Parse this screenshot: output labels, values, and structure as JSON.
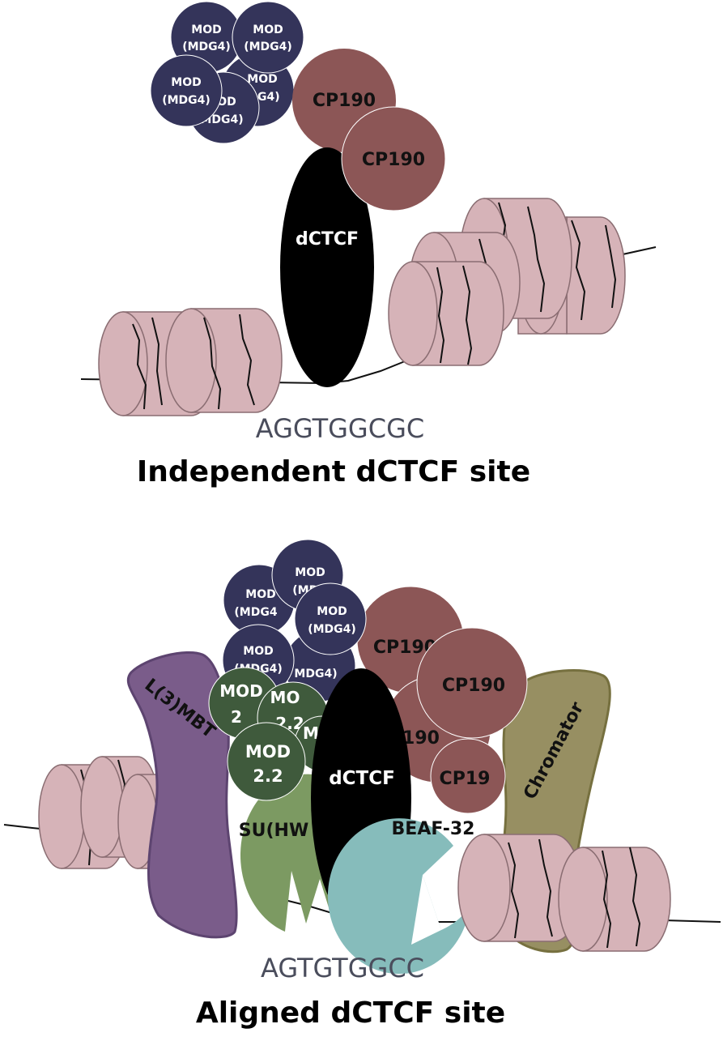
{
  "colors": {
    "mod_mdg4": "#34345a",
    "cp190": "#8c5656",
    "dctcf": "#000000",
    "nucleosome": "#d6b3b8",
    "l3mbt": "#7a5c8a",
    "mod22": "#3f5a3c",
    "suhw": "#7c9a62",
    "beaf32": "#86bcbb",
    "chromator": "#978f62",
    "sequence_text": "#4a4d5c"
  },
  "icons": [
    "nucleosome-cylinder",
    "protein-circle",
    "protein-ellipse",
    "pac-man-protein"
  ],
  "top_panel": {
    "mod_label_line1": "MOD",
    "mod_label_line2": "(MDG4)",
    "mod_partial_line1": "OD",
    "mod_partial_line2": "MDG4)",
    "mod_partial2_line1": "MOD",
    "mod_partial2_line2": "DG4)",
    "cp190_label": "CP190",
    "dctcf_label": "dCTCF",
    "sequence": "AGGTGGCGC",
    "caption": "Independent dCTCF site"
  },
  "bottom_panel": {
    "mod_label_line1": "MOD",
    "mod_label_line2": "(MDG4)",
    "mod_partial_a1": "MOD",
    "mod_partial_a2": "(MDG4",
    "mod_partial_b1": "MOD",
    "mod_partial_b2": "(MDG",
    "mod_partial_c2": "MDG4)",
    "cp190_label": "CP190",
    "cp190_partial_1": "CP190",
    "cp190_partial_2": "190",
    "cp190_partial_3": "CP19",
    "mod22_line1": "MOD",
    "mod22_line2": "2.2",
    "mod22_partial_1a": "MOD",
    "mod22_partial_1b": "2",
    "mod22_partial_2a": "MO",
    "mod22_partial_2b": "2.2",
    "mod22_partial_3a": "M",
    "l3mbt_label": "L(3)MBT",
    "suhw_label": "SU(HW",
    "dctcf_label": "dCTCF",
    "beaf32_label": "BEAF-32",
    "chromator_label": "Chromator",
    "sequence": "AGTGTGGCC",
    "caption": "Aligned dCTCF site"
  }
}
